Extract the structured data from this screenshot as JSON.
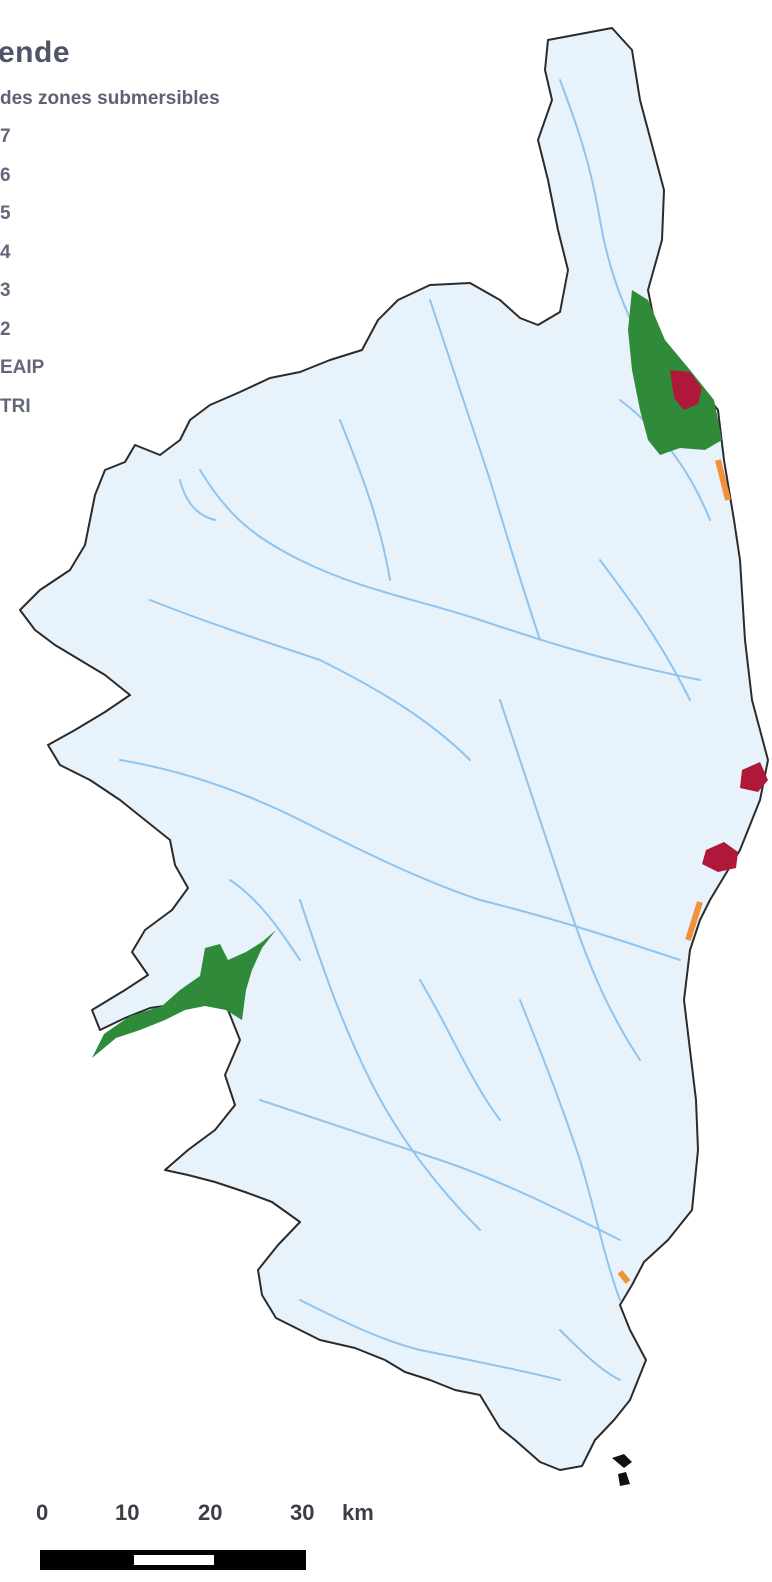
{
  "legend": {
    "title": "ende",
    "subtitle": "des zones submersibles",
    "items": [
      {
        "label": "7",
        "color": "#8b1a2e"
      },
      {
        "label": "6",
        "color": "#b81f2e"
      },
      {
        "label": "5",
        "color": "#d83a2a"
      },
      {
        "label": "4",
        "color": "#e8622c"
      },
      {
        "label": "3",
        "color": "#f0923a"
      },
      {
        "label": "2",
        "color": "#f6c46a"
      },
      {
        "label": "EAIP",
        "color": "#a8d4f2"
      },
      {
        "label": "TRI",
        "color": "#2f8a3a"
      }
    ]
  },
  "scale_bar": {
    "labels": [
      "0",
      "10",
      "20",
      "30"
    ],
    "unit": "km"
  },
  "colors": {
    "island_fill": "#e8f2fb",
    "coastline": "#2b2b2b",
    "river": "#8fc4ee",
    "tri": "#2f8a3a",
    "flood_high": "#b0183a",
    "flood_low": "#f0923a",
    "scale_bar": "#000000"
  }
}
